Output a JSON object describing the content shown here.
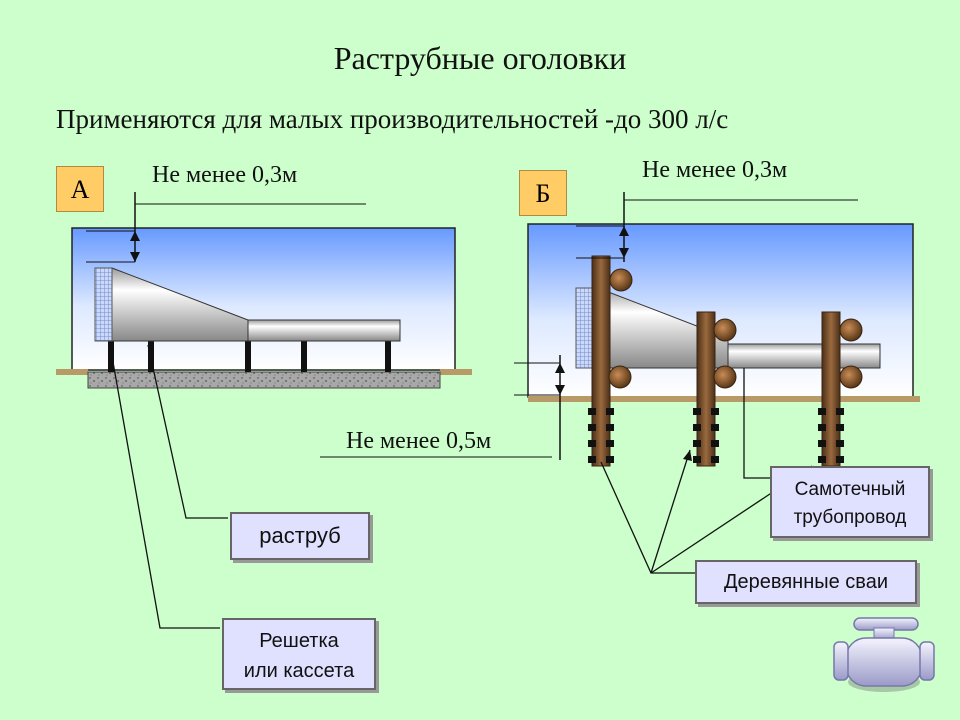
{
  "title": "Раструбные оголовки",
  "subtitle": "Применяются для малых производительностей -до 300 л/с",
  "panel_a": {
    "tag": "А",
    "dim_top": "Не менее 0,3м"
  },
  "panel_b": {
    "tag": "Б",
    "dim_top": "Не менее 0,3м",
    "dim_bottom": "Не менее 0,5м"
  },
  "callouts": {
    "socket": "раструб",
    "grate_line1": "Решетка",
    "grate_line2": "или кассета",
    "pipe_line1": "Самотечный",
    "pipe_line2": "трубопровод",
    "piles": "Деревянные сваи"
  },
  "colors": {
    "background": "#ccffcc",
    "water_top": "#6699ff",
    "callout_fill": "#e0e0ff",
    "tag_fill": "#ffcc66",
    "pile": "#7a5230"
  },
  "icons": [
    "home-nav-icon"
  ]
}
